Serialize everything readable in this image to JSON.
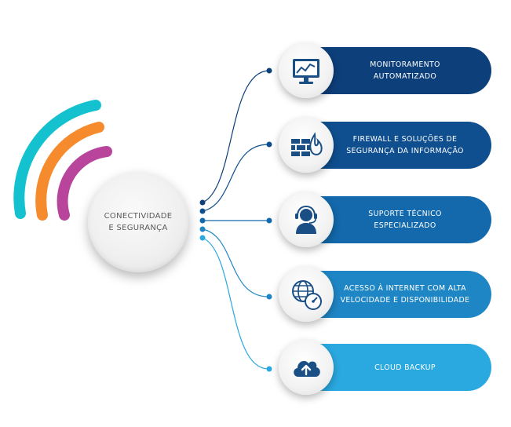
{
  "center": {
    "line1": "CONECTIVIDADE",
    "line2": "E SEGURANÇA"
  },
  "items": [
    {
      "line1": "MONITORAMENTO",
      "line2": "AUTOMATIZADO",
      "icon": "monitor-chart-icon",
      "color": "#0d3f7a"
    },
    {
      "line1": "FIREWALL E SOLUÇÕES DE",
      "line2": "SEGURANÇA DA INFORMAÇÃO",
      "icon": "firewall-icon",
      "color": "#0f4f8f"
    },
    {
      "line1": "SUPORTE TÉCNICO",
      "line2": "ESPECIALIZADO",
      "icon": "headset-support-icon",
      "color": "#1369ab"
    },
    {
      "line1": "ACESSO À INTERNET COM ALTA",
      "line2": "VELOCIDADE E DISPONIBILIDADE",
      "icon": "globe-speedometer-icon",
      "color": "#1f86c6"
    },
    {
      "line1": "CLOUD BACKUP",
      "line2": "",
      "icon": "cloud-upload-icon",
      "color": "#2aa9e0"
    }
  ],
  "signal_colors": [
    "#14c2cf",
    "#f68b2e",
    "#b8449b"
  ],
  "icon_color": "#1a4f86"
}
